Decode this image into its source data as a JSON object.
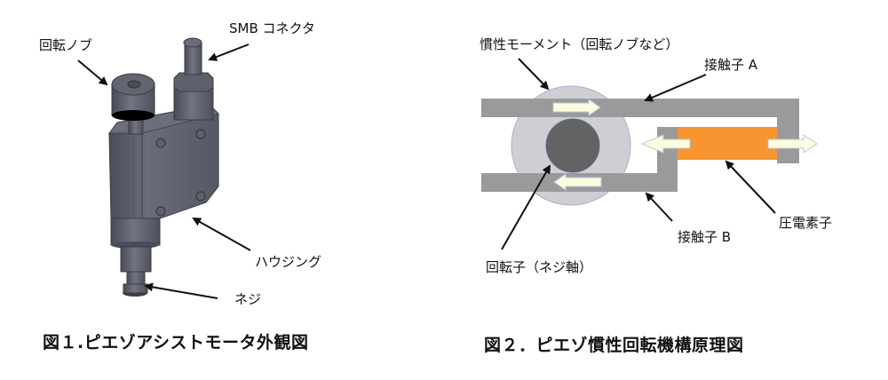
{
  "figure1": {
    "caption": "図１.ピエゾアシストモータ外観図",
    "labels": {
      "knob": "回転ノブ",
      "connector": "SMB コネクタ",
      "housing": "ハウジング",
      "screw": "ネジ"
    },
    "colors": {
      "body": "#5a5c6a",
      "body_light": "#6e7080",
      "body_dark": "#40424e"
    }
  },
  "figure2": {
    "caption": "図２．ピエゾ慣性回転機構原理図",
    "labels": {
      "inertia": "慣性モーメント（回転ノブなど）",
      "contact_a": "接触子 A",
      "contact_b": "接触子 B",
      "piezo": "圧電素子",
      "rotor": "回転子（ネジ軸）"
    },
    "colors": {
      "contact": "#9a9a9a",
      "inertia_disc": "#cfcfd3",
      "rotor": "#636363",
      "piezo": "#f79531",
      "arrow_fill": "#fdfbe0",
      "arrow_stroke": "#b8c9dd"
    }
  }
}
